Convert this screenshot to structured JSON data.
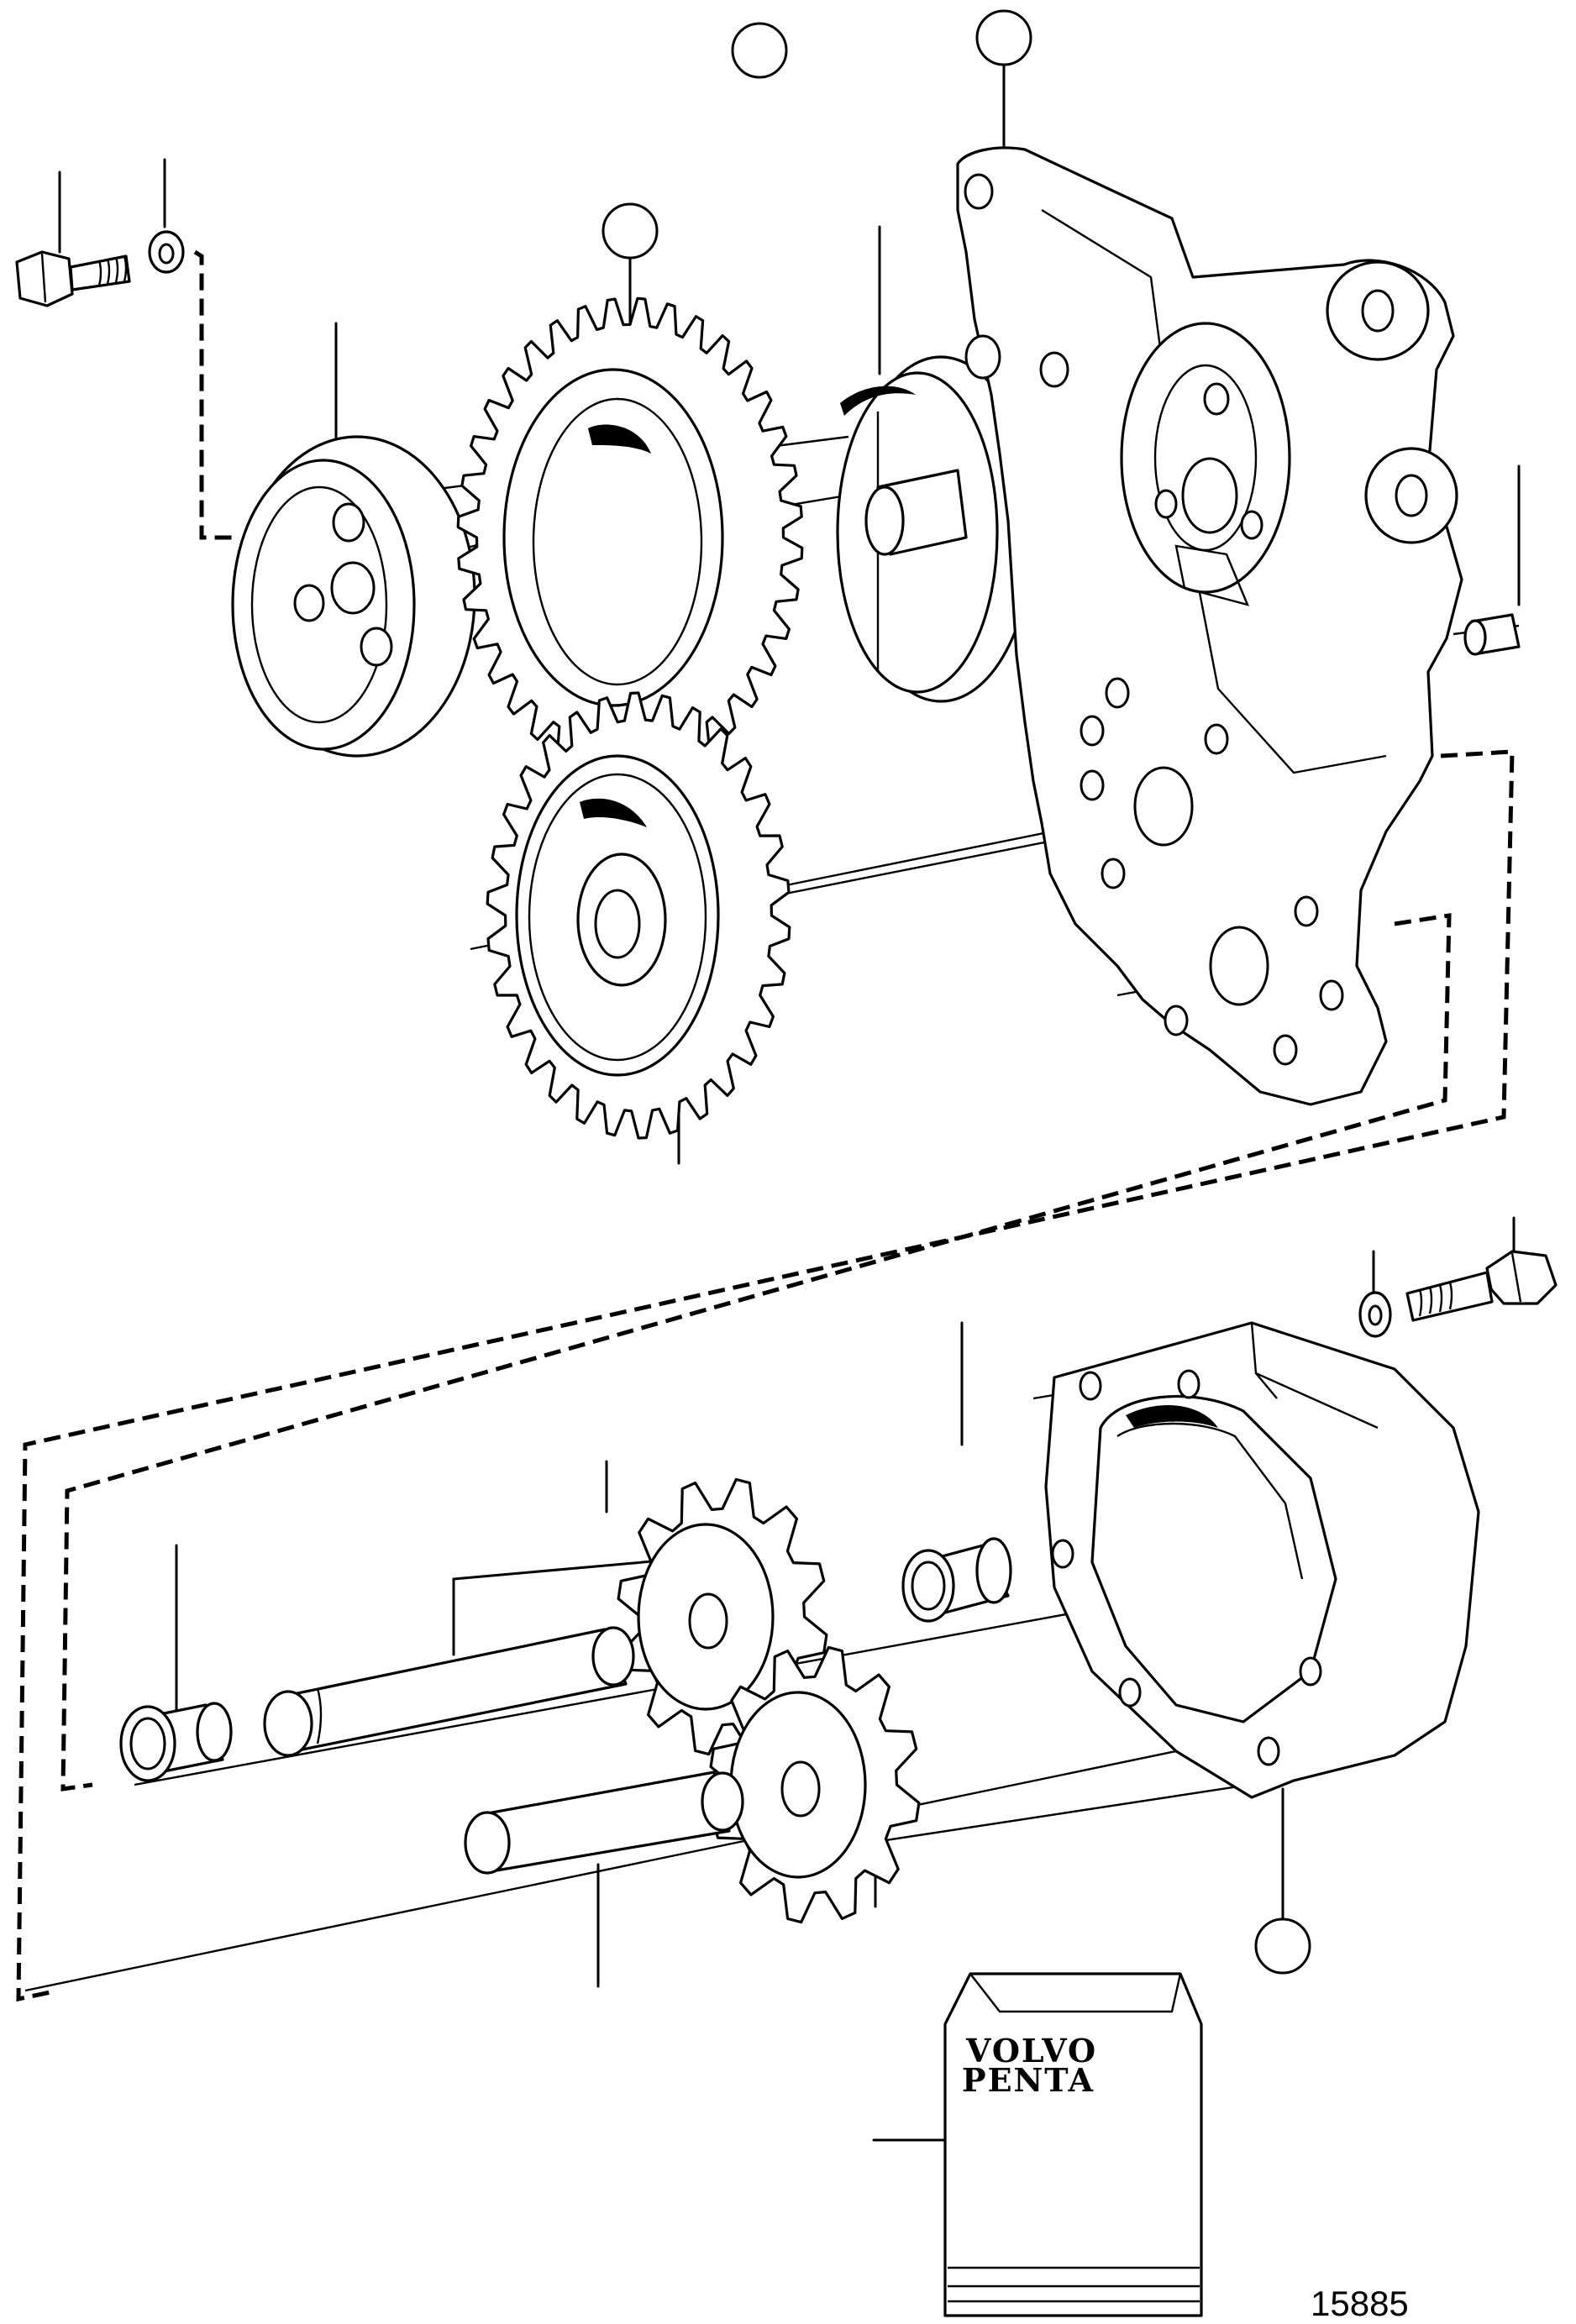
{
  "reference_number": "15885",
  "kit_label_line1": "VOLVO",
  "kit_label_line2": "PENTA"
}
